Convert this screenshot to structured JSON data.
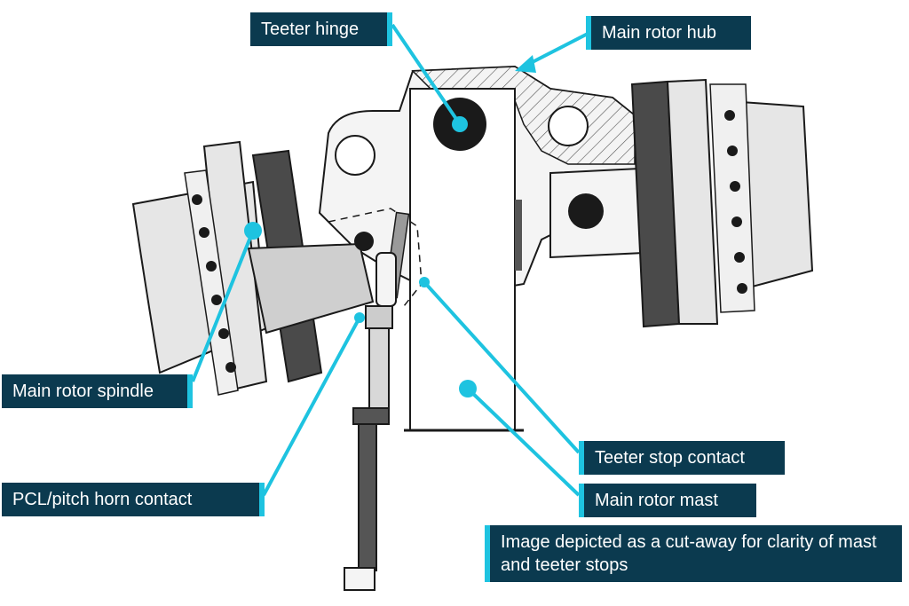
{
  "labels": {
    "teeter_hinge": "Teeter hinge",
    "main_rotor_hub": "Main rotor hub",
    "main_rotor_spindle": "Main rotor spindle",
    "pcl_pitch_horn_contact": "PCL/pitch horn contact",
    "teeter_stop_contact": "Teeter stop contact",
    "main_rotor_mast": "Main rotor mast",
    "cutaway_note": "Image depicted as a cut-away for clarity of mast and teeter stops"
  },
  "colors": {
    "callout_background": "#0b3a4f",
    "accent": "#1ec3e0",
    "drawing_line": "#1a1a1a",
    "part_fill": "#f4f4f4",
    "shadow_fill": "#d6d6d6"
  }
}
